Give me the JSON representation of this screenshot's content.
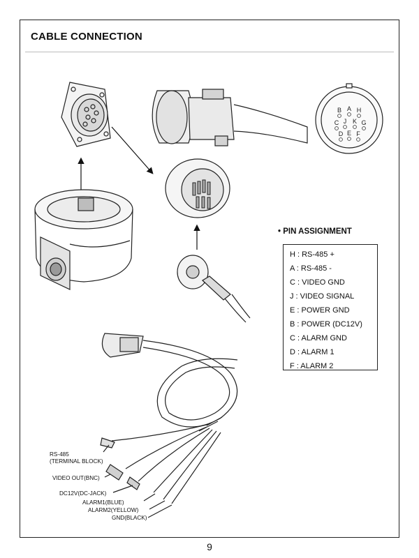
{
  "header": {
    "title": "CABLE CONNECTION"
  },
  "connector_face": {
    "letters": [
      {
        "letter": "B"
      },
      {
        "letter": "A"
      },
      {
        "letter": "H"
      },
      {
        "letter": "C"
      },
      {
        "letter": "J"
      },
      {
        "letter": "K"
      },
      {
        "letter": "G"
      },
      {
        "letter": "D"
      },
      {
        "letter": "E"
      },
      {
        "letter": "F"
      }
    ]
  },
  "pin_assignment": {
    "heading": "• PIN ASSIGNMENT",
    "rows": [
      "H : RS-485 +",
      "A : RS-485 -",
      "C : VIDEO GND",
      "J  : VIDEO SIGNAL",
      "E : POWER GND",
      "B : POWER (DC12V)",
      "C : ALARM GND",
      "D : ALARM 1",
      "F : ALARM 2"
    ]
  },
  "callouts": {
    "rs485_line1": "RS-485",
    "rs485_line2": "(TERMINAL BLOCK)",
    "video_out": "VIDEO OUT(BNC)",
    "dc12v": "DC12V(DC-JACK)",
    "alarm1": "ALARM1(BLUE)",
    "alarm2": "ALARM2(YELLOW)",
    "gnd": "GND(BLACK)"
  },
  "footer": {
    "page_number": "9"
  }
}
